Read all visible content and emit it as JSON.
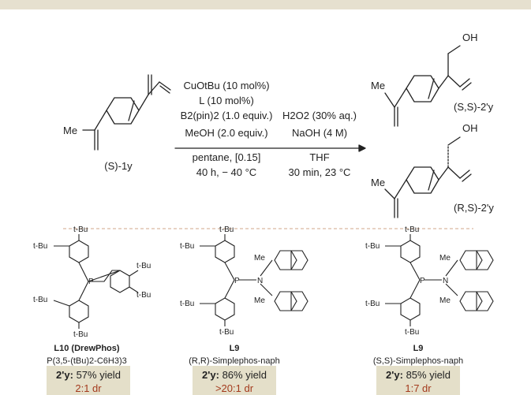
{
  "colors": {
    "topbar": "#e6e0cf",
    "result_box": "#e4dfc9",
    "dr_text": "#a33a1d",
    "divider": "#d9b9a0"
  },
  "reaction": {
    "substrate_label": "(S)-1y",
    "me": "Me",
    "conditions_step1": [
      "CuOtBu (10 mol%)",
      "L (10 mol%)",
      "B2(pin)2 (1.0 equiv.)",
      "MeOH (2.0 equiv.)",
      "pentane, [0.15]",
      "40 h, − 40 °C"
    ],
    "conditions_step2": [
      "H2O2 (30% aq.)",
      "NaOH (4 M)",
      "THF",
      "30 min, 23 °C"
    ],
    "product_top_label": "(S,S)-2'y",
    "product_bottom_label": "(R,S)-2'y",
    "oh": "OH"
  },
  "ligands": [
    {
      "name": "L10 (DrewPhos)",
      "formula": "P(3,5-(tBu)2-C6H3)3",
      "result_label": "2'y:",
      "yield": "57% yield",
      "dr": "2:1 dr"
    },
    {
      "name": "L9",
      "formula": "(R,R)-Simplephos-naph",
      "result_label": "2'y:",
      "yield": "86% yield",
      "dr": ">20:1 dr"
    },
    {
      "name": "L9",
      "formula": "(S,S)-Simplephos-naph",
      "result_label": "2'y:",
      "yield": "85% yield",
      "dr": "1:7 dr"
    }
  ],
  "atoms": {
    "tbu": "t-Bu",
    "p": "P",
    "n": "N",
    "me": "Me"
  }
}
